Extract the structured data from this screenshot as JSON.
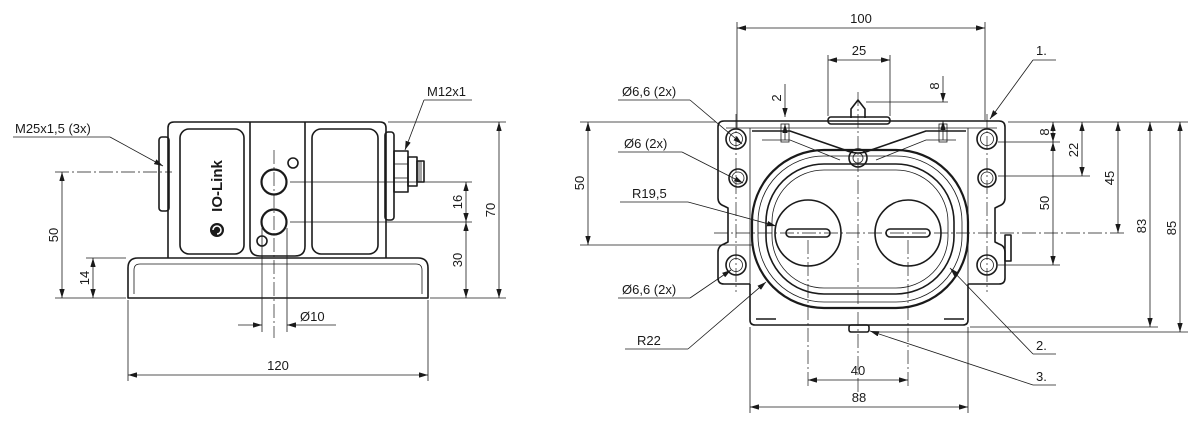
{
  "drawing": {
    "front_view": {
      "logo_text": "IO-Link",
      "thread_gland_label": "M25x1,5 (3x)",
      "connector_label": "M12x1",
      "dim_50": "50",
      "dim_14": "14",
      "dim_16": "16",
      "dim_30": "30",
      "dim_70": "70",
      "dim_dia10": "Ø10",
      "dim_120": "120"
    },
    "top_view": {
      "dim_100": "100",
      "dim_25": "25",
      "dim_2": "2",
      "dim_8_top": "8",
      "callout_1": "1.",
      "hole_dia66_top": "Ø6,6 (2x)",
      "hole_dia6": "Ø6 (2x)",
      "radius_195": "R19,5",
      "hole_dia66_bottom": "Ø6,6 (2x)",
      "radius_22": "R22",
      "dim_50_left": "50",
      "dim_8_right": "8",
      "dim_22": "22",
      "dim_45": "45",
      "dim_50_right": "50",
      "dim_83": "83",
      "dim_85": "85",
      "callout_2": "2.",
      "callout_3": "3.",
      "dim_40": "40",
      "dim_88": "88"
    }
  },
  "colors": {
    "line": "#1a1a1a",
    "background": "#ffffff"
  }
}
